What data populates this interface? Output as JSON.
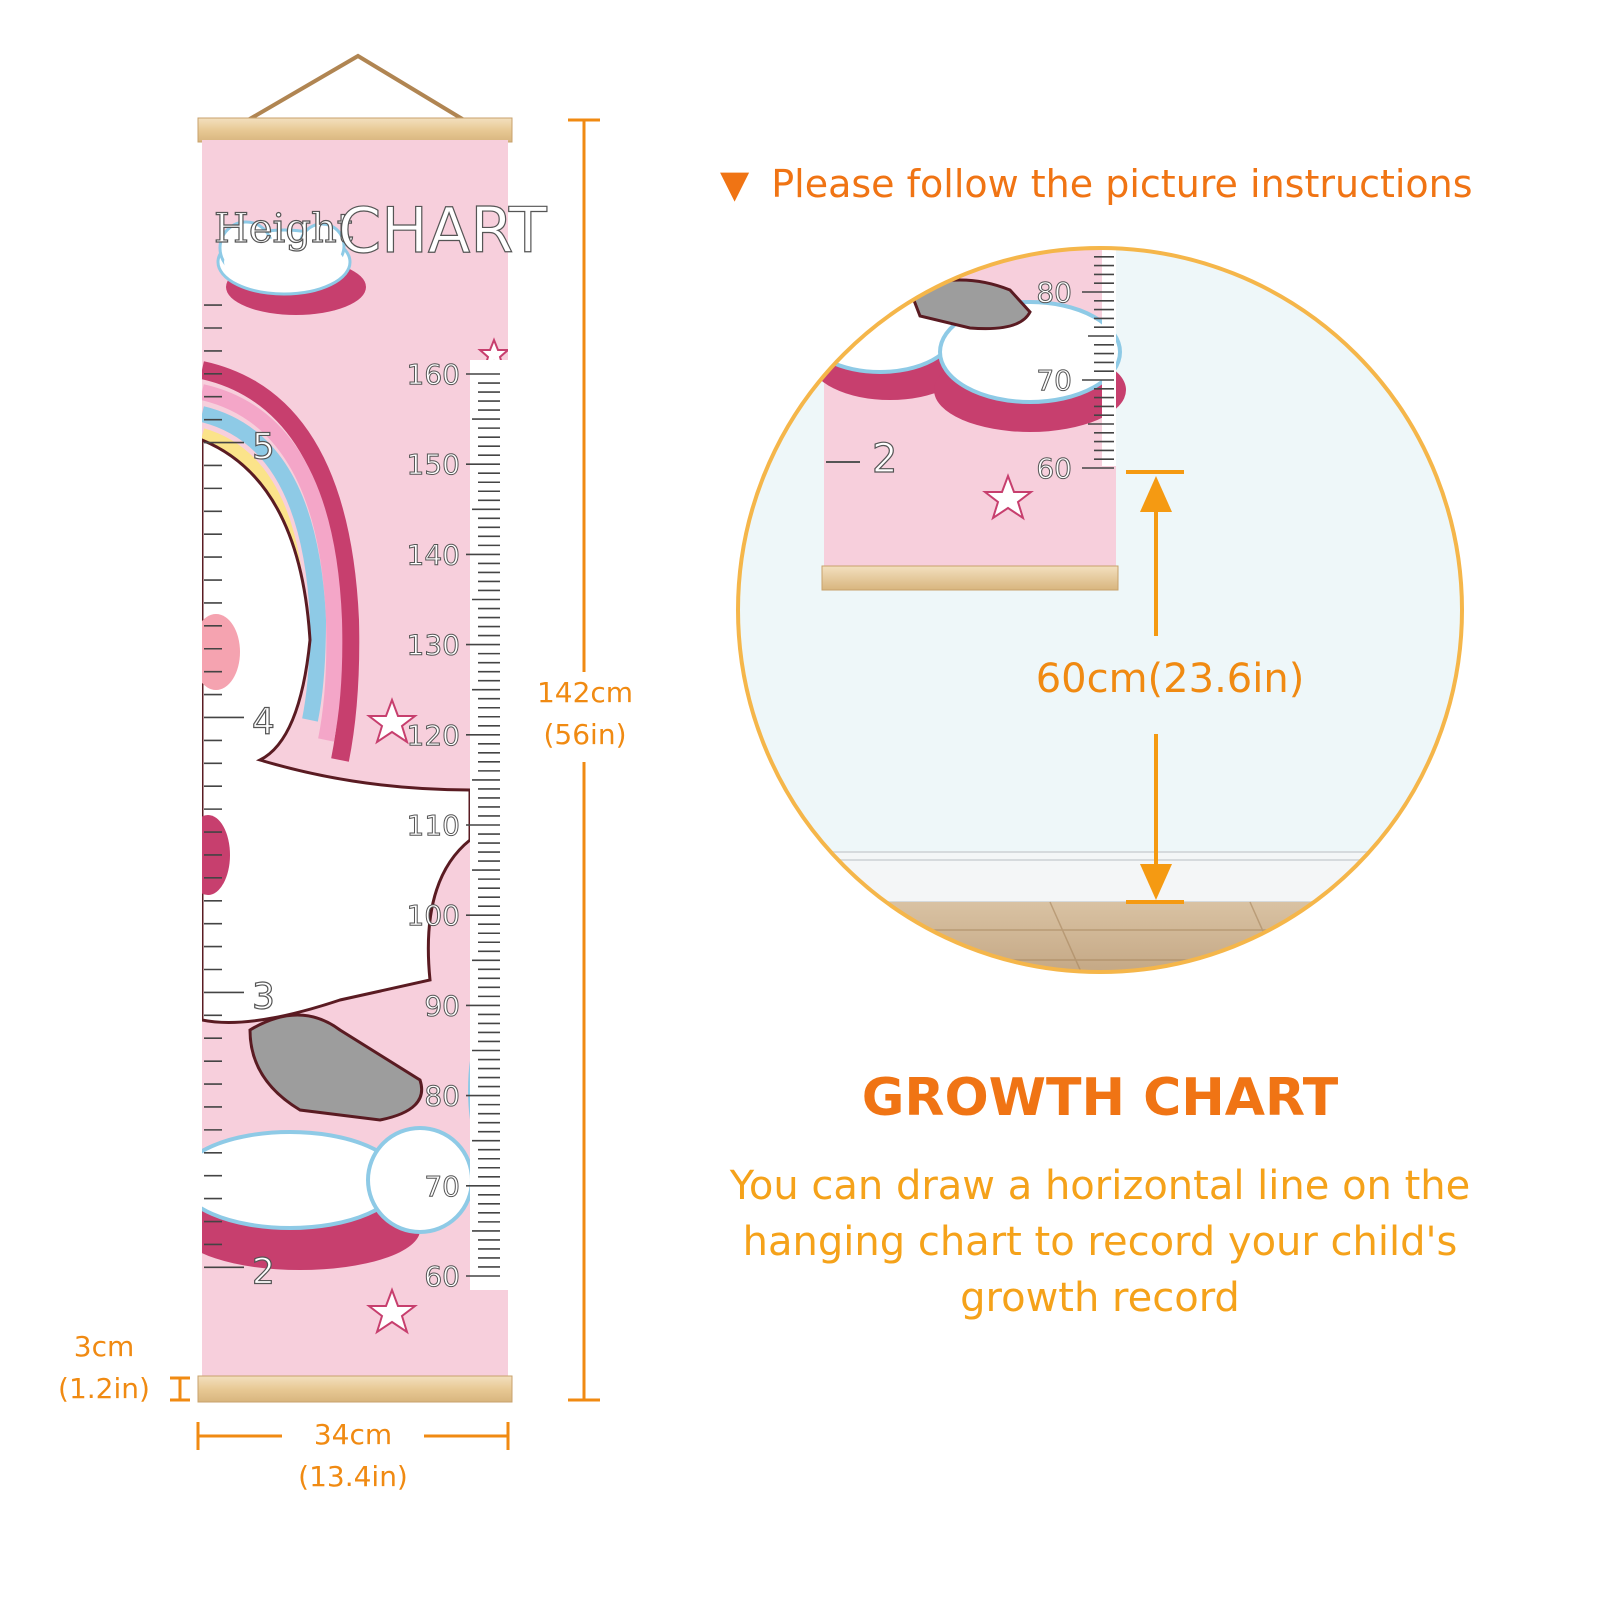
{
  "chart_panel": {
    "title_script": "Height",
    "title_caps": "CHART",
    "cm_marks": [
      "160",
      "150",
      "140",
      "130",
      "120",
      "110",
      "100",
      "90",
      "80",
      "70",
      "60"
    ],
    "ft_marks": [
      "5",
      "4",
      "3",
      "2"
    ]
  },
  "dimensions": {
    "height_cm": "142cm",
    "height_in": "(56in)",
    "width_cm": "34cm",
    "width_in": "(13.4in)",
    "rod_cm": "3cm",
    "rod_in": "(1.2in)"
  },
  "instructions": {
    "triangle_icon": "▼",
    "text": "Please follow the picture instructions"
  },
  "zoom_view": {
    "cm_marks": [
      "80",
      "70",
      "60"
    ],
    "ft_mark": "2",
    "floor_distance": "60cm(23.6in)"
  },
  "growth": {
    "title": "GROWTH CHART",
    "lines": [
      "You can draw a horizontal line on the",
      "hanging chart to record your child's",
      "growth record"
    ]
  },
  "colors": {
    "accent_orange": "#f08a12",
    "chart_pink": "#f7cfdc",
    "wood": "#e9cfa3"
  }
}
